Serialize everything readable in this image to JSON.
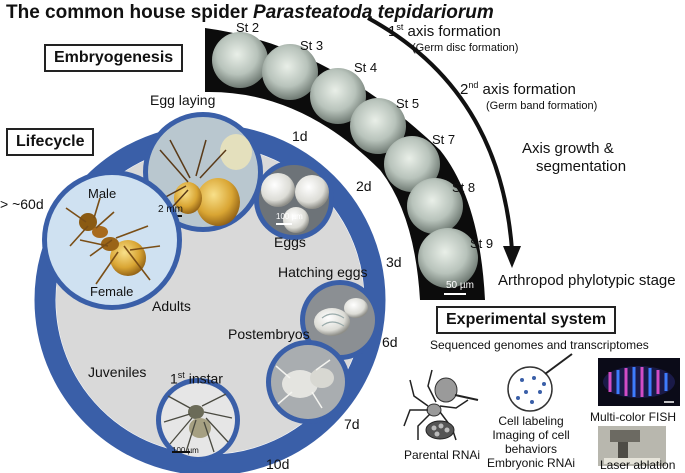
{
  "title_prefix": "The common house spider ",
  "title_species": "Parasteatoda tepidariorum",
  "embryogenesis": {
    "label": "Embryogenesis",
    "stages": [
      "St 2",
      "St 3",
      "St 4",
      "St 5",
      "St 7",
      "St 8",
      "St 9"
    ],
    "scale": "50 µm",
    "axis1_title_pre": "1",
    "axis1_title_sup": "st",
    "axis1_title_post": " axis formation",
    "axis1_sub": "(Germ disc formation)",
    "axis2_title_pre": "2",
    "axis2_title_sup": "nd",
    "axis2_title_post": " axis formation",
    "axis2_sub": "(Germ band formation)",
    "growth_line1": "Axis growth &",
    "growth_line2": "segmentation",
    "phylotypic": "Arthropod phylotypic stage"
  },
  "lifecycle": {
    "label": "Lifecycle",
    "egg_laying": "Egg laying",
    "egg_scale": "2 mm",
    "eggs": "Eggs",
    "eggs_scale": "100 µm",
    "hatching": "Hatching eggs",
    "postembryos": "Postembryos",
    "juveniles": "Juveniles",
    "first_instar_pre": "1",
    "first_instar_sup": "st",
    "first_instar_post": " instar",
    "instar_scale": "100 µm",
    "adults": "Adults",
    "male": "Male",
    "female": "Female",
    "days": {
      "d1": "1d",
      "d2": "2d",
      "d3": "3d",
      "d6": "6d",
      "d7": "7d",
      "d10": "10d",
      "d60": "> ~60d"
    }
  },
  "experimental": {
    "label": "Experimental system",
    "sequenced": "Sequenced genomes and transcriptomes",
    "parental": "Parental RNAi",
    "cell_labeling": "Cell labeling",
    "imaging1": "Imaging of cell",
    "imaging2": "behaviors",
    "embryonic": "Embryonic RNAi",
    "fish": "Multi-color FISH",
    "laser": "Laser ablation"
  }
}
